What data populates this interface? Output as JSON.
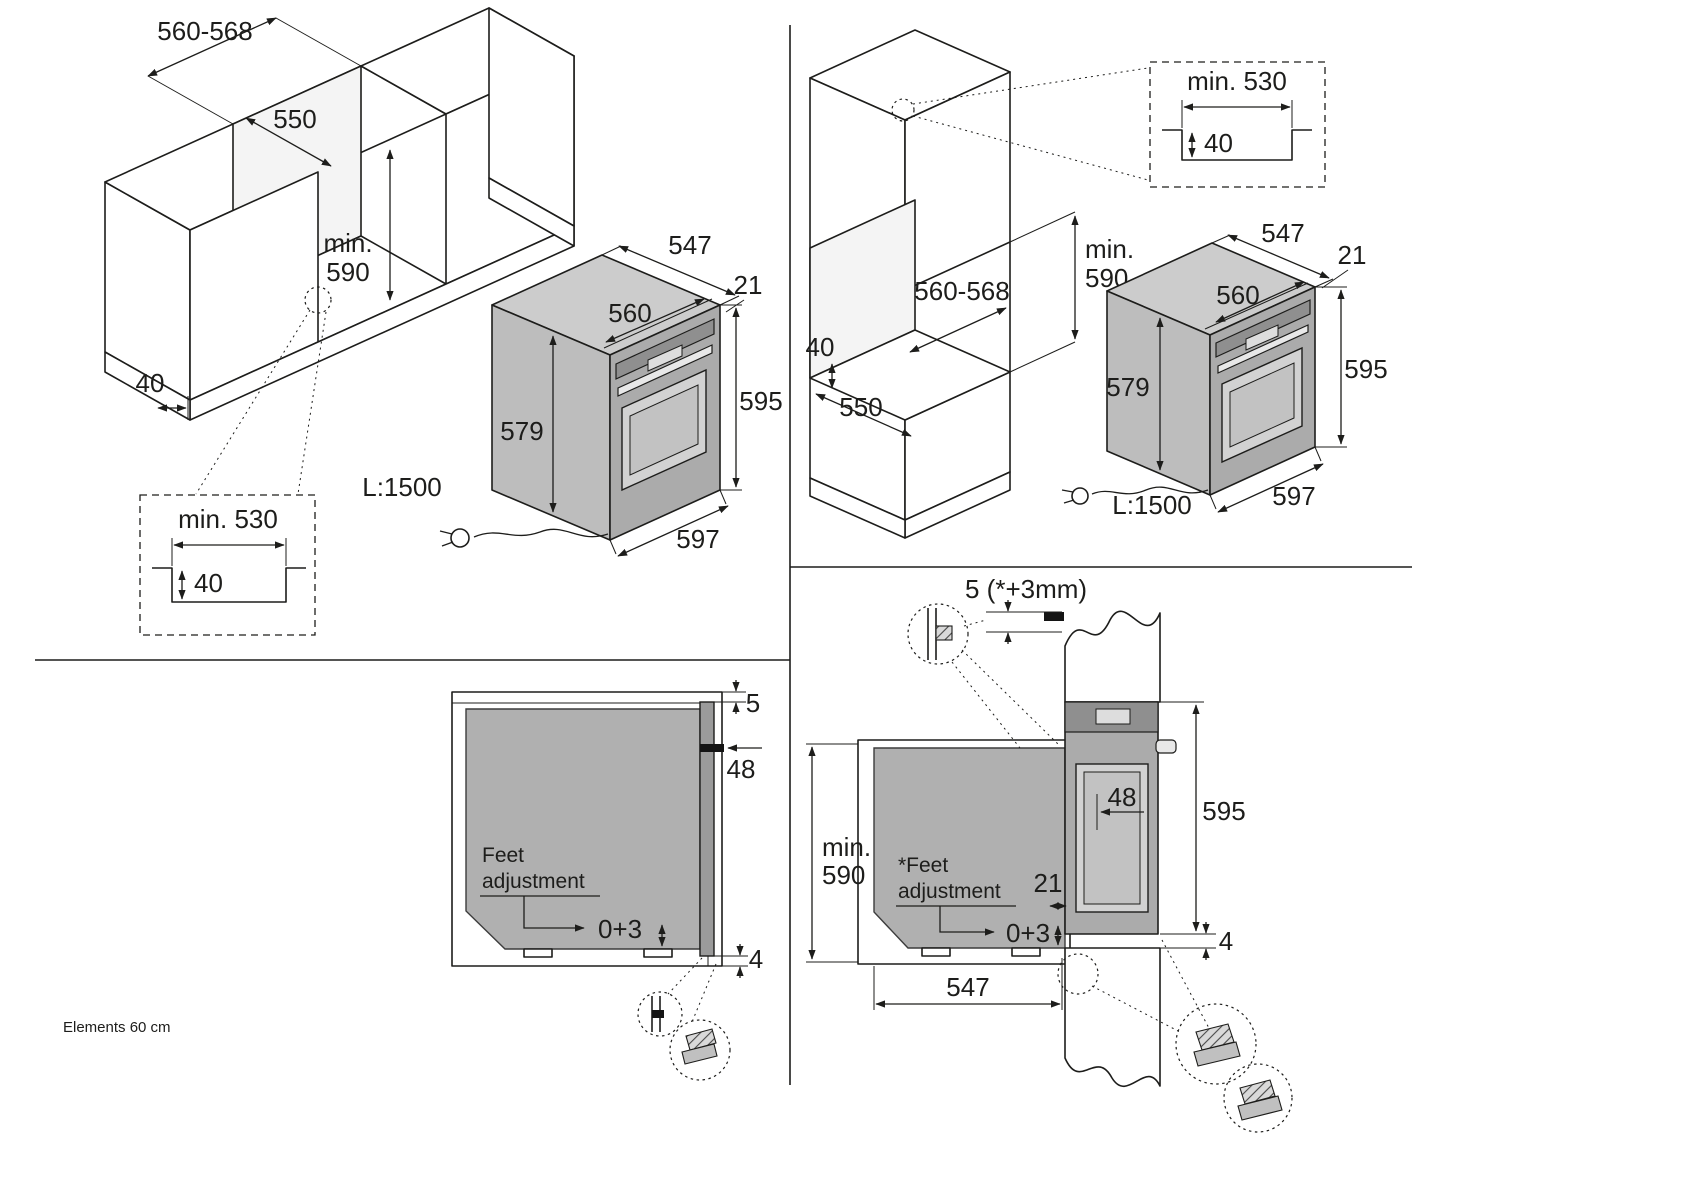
{
  "page": {
    "footer": "Elements 60 cm"
  },
  "colors": {
    "line": "#1d1d1b",
    "oven_top": "#cccccc",
    "oven_side": "#bdbdbd",
    "oven_door": "#ababab",
    "section_gray": "#b0b0b0"
  },
  "q1": {
    "dims": {
      "opening_width": "560-568",
      "opening_depth": "550",
      "min_label": "min.",
      "min_value": "590",
      "recess": "40",
      "oven_depth": "547",
      "oven_body_width": "560",
      "frame_overhang": "21",
      "body_height": "579",
      "front_height": "595",
      "front_width": "597",
      "cable_length": "L:1500"
    },
    "detail": {
      "width": "min. 530",
      "depth": "40"
    }
  },
  "q2": {
    "dims": {
      "opening_width": "560-568",
      "opening_depth": "550",
      "min_label": "min.",
      "min_value": "590",
      "recess": "40",
      "oven_depth": "547",
      "oven_body_width": "560",
      "frame_overhang": "21",
      "body_height": "579",
      "front_height": "595",
      "front_width": "597",
      "cable_length": "L:1500"
    },
    "detail": {
      "width": "min. 530",
      "depth": "40"
    }
  },
  "q3": {
    "dims": {
      "top_gap": "5",
      "bracket_depth": "48",
      "feet_line1": "Feet",
      "feet_line2": "adjustment",
      "feet_range": "0+3",
      "bottom_gap": "4"
    }
  },
  "q4": {
    "dims": {
      "top_gap": "5 (*+3mm)",
      "min_label": "min.",
      "min_value": "590",
      "bracket_depth": "48",
      "front_height": "595",
      "feet_line1": "*Feet",
      "feet_line2": "adjustment",
      "frame_overhang": "21",
      "feet_range": "0+3",
      "bottom_gap": "4",
      "body_depth": "547"
    }
  }
}
